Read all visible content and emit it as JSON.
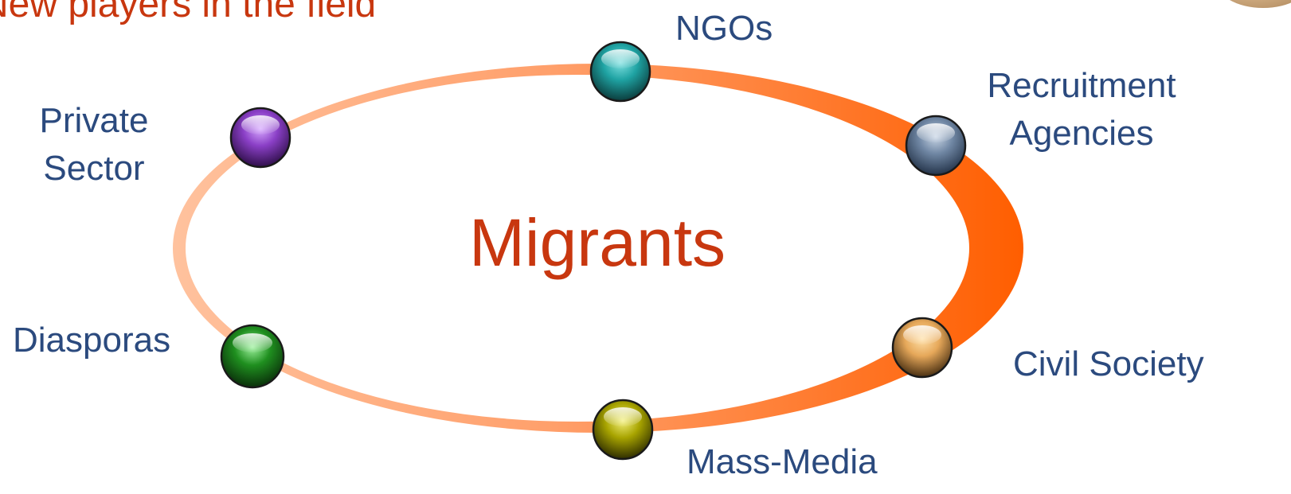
{
  "title": "New players in the field",
  "center": {
    "label": "Migrants"
  },
  "actors": {
    "ngos": "NGOs",
    "recruitment_line1": "Recruitment",
    "recruitment_line2": "Agencies",
    "private_line1": "Private",
    "private_line2": "Sector",
    "diasporas": "Diasporas",
    "civil_society": "Civil Society",
    "mass_media": "Mass-Media"
  },
  "colors": {
    "title": "#c8370f",
    "center_text": "#c8370f",
    "actor_text": "#2b4a7e",
    "ring_light": "#ffb689",
    "ring_dark": "#ff6a0a",
    "node_ngos": "#1fa3a3",
    "node_recruitment": "#6f86a3",
    "node_private": "#8a3fc6",
    "node_diasporas": "#1f8f1f",
    "node_civil_society": "#e6a85a",
    "node_mass_media": "#a8a400"
  },
  "icons": {
    "corner_logo": "round-emblem-icon",
    "node": "sphere-icon"
  }
}
